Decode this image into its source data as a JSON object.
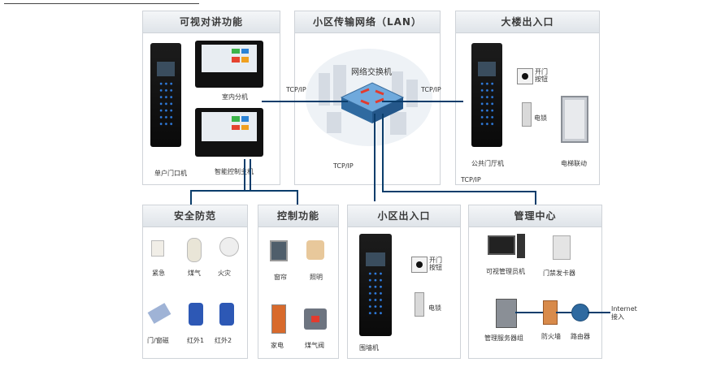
{
  "panels": {
    "intercom": {
      "title": "可视对讲功能"
    },
    "lan": {
      "title": "小区传输网络（LAN）"
    },
    "building": {
      "title": "大楼出入口"
    },
    "security": {
      "title": "安全防范"
    },
    "control": {
      "title": "控制功能"
    },
    "community": {
      "title": "小区出入口"
    },
    "management": {
      "title": "管理中心"
    }
  },
  "intercom": {
    "door_station_label": "单户门口机",
    "indoor_unit_label": "室内分机",
    "smart_master_label": "智能控制主机"
  },
  "lan": {
    "switch_label": "网络交换机",
    "link_left": "TCP/IP",
    "link_right": "TCP/IP",
    "link_bottom": "TCP/IP"
  },
  "building": {
    "unlock_button_label": "开门\n按钮",
    "lock_label": "电锁",
    "lobby_station_label": "公共门厅机",
    "elevator_label": "电梯联动",
    "tcp_label": "TCP/IP"
  },
  "security": {
    "items": [
      "紧急",
      "煤气",
      "火灾",
      "门/窗磁",
      "红外1",
      "红外2"
    ]
  },
  "control": {
    "items": [
      "窗帘",
      "照明",
      "家电",
      "煤气阀"
    ]
  },
  "community": {
    "unlock_button_label": "开门\n按钮",
    "lock_label": "电锁",
    "fence_station_label": "围墙机"
  },
  "management": {
    "video_manager_label": "可视管理员机",
    "card_issuer_label": "门禁发卡器",
    "server_label": "管理服务器组",
    "firewall_label": "防火墙",
    "router_label": "路由器",
    "internet_label": "Internet\n接入"
  },
  "colors": {
    "line": "#0a3d6b",
    "keypad": "#2f7de1",
    "panel_border": "#cfd3d8"
  }
}
